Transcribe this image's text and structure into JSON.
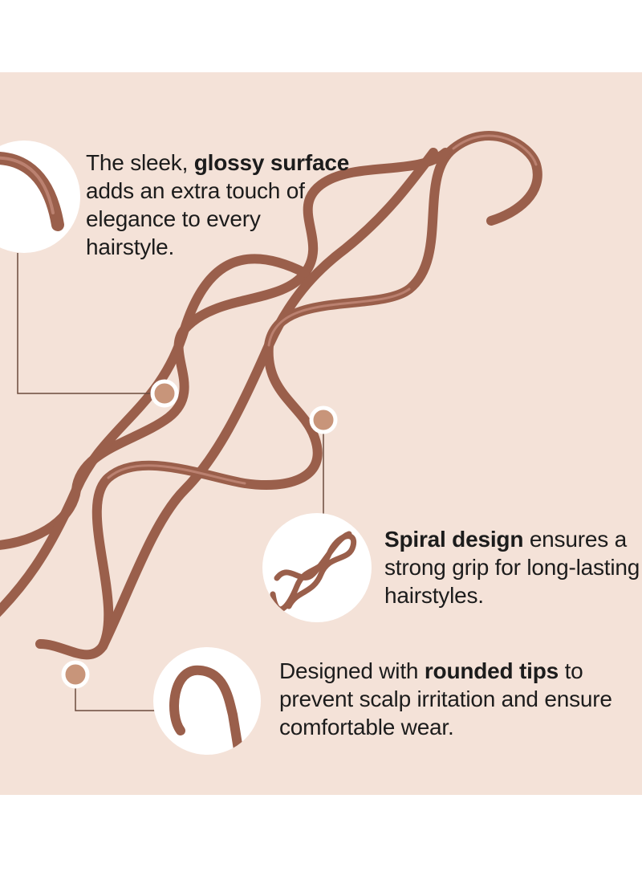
{
  "captions": {
    "glossy": {
      "pre": "The sleek, ",
      "bold": "glossy surface",
      "post": " adds an extra touch of elegance to every hairstyle."
    },
    "spiral": {
      "pre": "",
      "bold": "Spiral design",
      "post": " ensures a strong grip for long-lasting hairstyles."
    },
    "tips": {
      "pre": "Designed with ",
      "bold": "rounded tips",
      "post": " to prevent scalp irritation and ensure comfortable wear."
    }
  },
  "colors": {
    "background": "#f4e2d8",
    "pin": "#9a5f4b",
    "pin_highlight": "#c99080",
    "dot": "#c8957a",
    "leader_line": "#6b4a3c",
    "text": "#1c1c1c"
  },
  "icons": [
    "spiral-pin-illustration",
    "zoom-circle",
    "callout-dot"
  ]
}
